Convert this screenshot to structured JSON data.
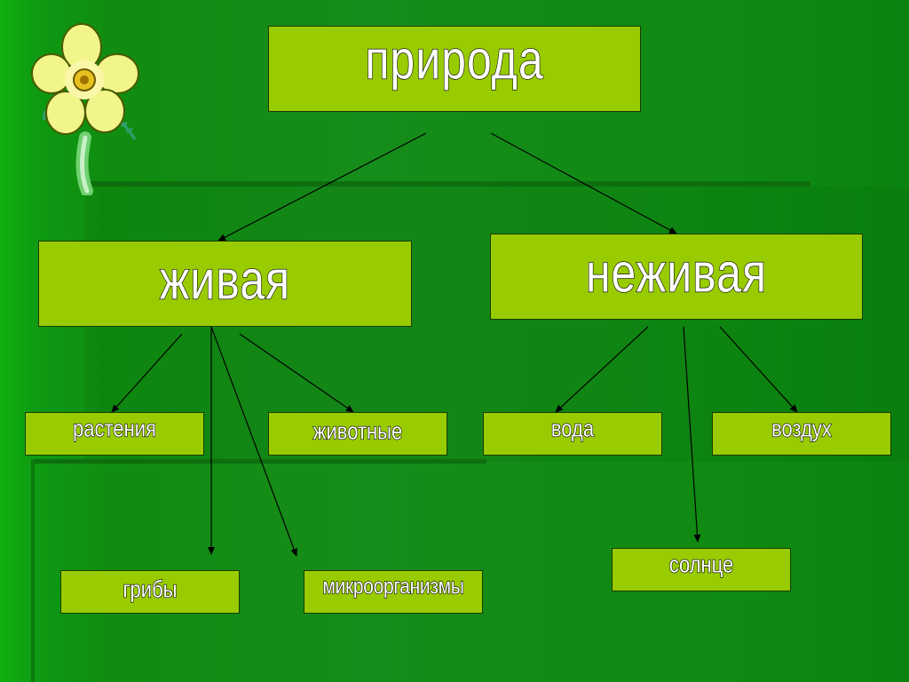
{
  "diagram": {
    "root": "природа",
    "level1": {
      "living": "живая",
      "nonliving": "неживая"
    },
    "living_children": [
      "растения",
      "животные",
      "грибы",
      "микроорганизмы"
    ],
    "nonliving_children": [
      "вода",
      "воздух",
      "солнце"
    ]
  },
  "colors": {
    "background": "#108c10",
    "box_fill": "#99cc00",
    "text": "#ffffff",
    "arrows": "#000000"
  },
  "icons": [
    "flower-icon"
  ]
}
